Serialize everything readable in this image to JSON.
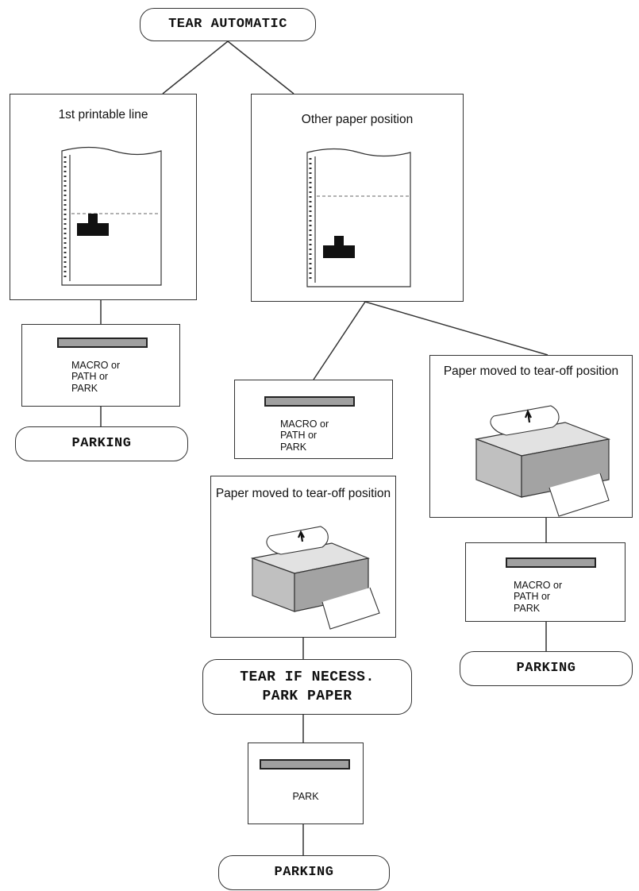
{
  "start": "TEAR AUTOMATIC",
  "branches": {
    "first_line": {
      "title": "1st printable line"
    },
    "other_position": {
      "title": "Other paper position"
    }
  },
  "panels": {
    "p1": {
      "text": "MACRO or\nPATH or\nPARK"
    },
    "p2": {
      "text": "MACRO or\nPATH or\nPARK"
    },
    "p3": {
      "text": "MACRO or\nPATH or\nPARK"
    },
    "p4": {
      "text": "PARK"
    }
  },
  "tear_off": {
    "left": {
      "title": "Paper moved to\ntear-off position"
    },
    "right": {
      "title": "Paper moved to\ntear-off position"
    }
  },
  "results": {
    "parking_1": "PARKING",
    "parking_2": "PARKING",
    "tear_park": "TEAR IF NECESS.\nPARK PAPER",
    "parking_3": "PARKING"
  }
}
